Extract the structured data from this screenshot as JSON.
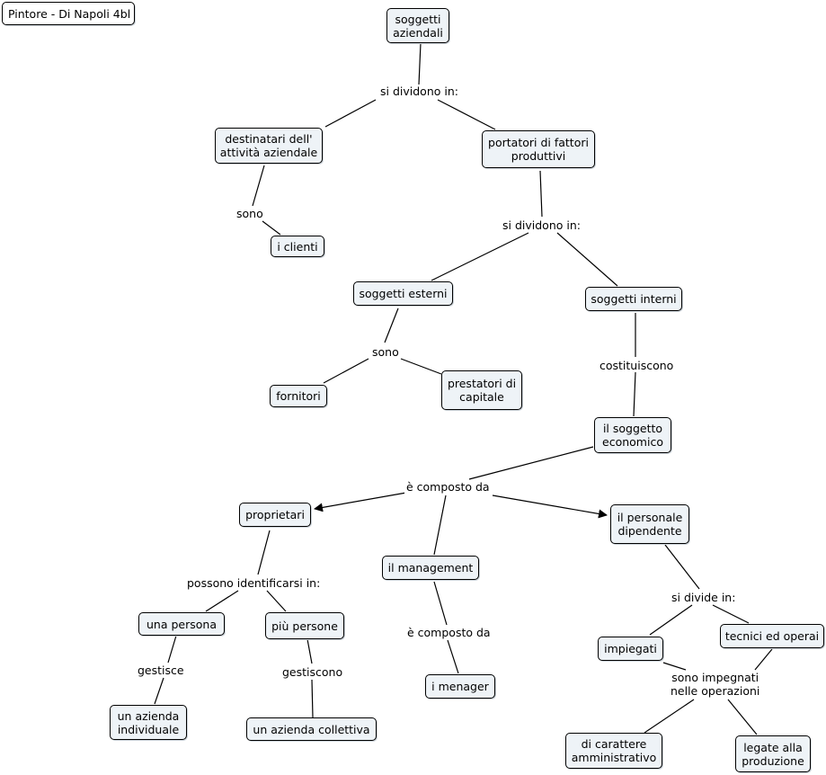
{
  "diagram": {
    "title": "Pintore - Di Napoli 4bl",
    "nodes": {
      "soggetti_aziendali": "soggetti\naziendali",
      "destinatari": "destinatari dell'\nattività aziendale",
      "portatori": "portatori di fattori\nproduttivi",
      "i_clienti": "i clienti",
      "soggetti_esterni": "soggetti esterni",
      "soggetti_interni": "soggetti interni",
      "fornitori": "fornitori",
      "prestatori": "prestatori di\ncapitale",
      "soggetto_economico": "il soggetto\neconomico",
      "proprietari": "proprietari",
      "management": "il management",
      "personale": "il personale\ndipendente",
      "una_persona": "una persona",
      "piu_persone": "più persone",
      "azienda_individuale": "un azienda\nindividuale",
      "azienda_collettiva": "un azienda collettiva",
      "menager": "i menager",
      "impiegati": "impiegati",
      "tecnici": "tecnici ed operai",
      "carattere_amministrativo": "di carattere\namministrativo",
      "legate_produzione": "legate alla\nproduzione"
    },
    "links": {
      "si_dividono_1": "si dividono in:",
      "sono_1": "sono",
      "si_dividono_2": "si dividono in:",
      "sono_2": "sono",
      "costituiscono": "costituiscono",
      "composto_1": "è composto da",
      "possono": "possono identificarsi in:",
      "composto_2": "è composto da",
      "si_divide": "si divide in:",
      "gestisce": "gestisce",
      "gestiscono": "gestiscono",
      "impegnati": "sono impegnati\nnelle operazioni"
    }
  }
}
